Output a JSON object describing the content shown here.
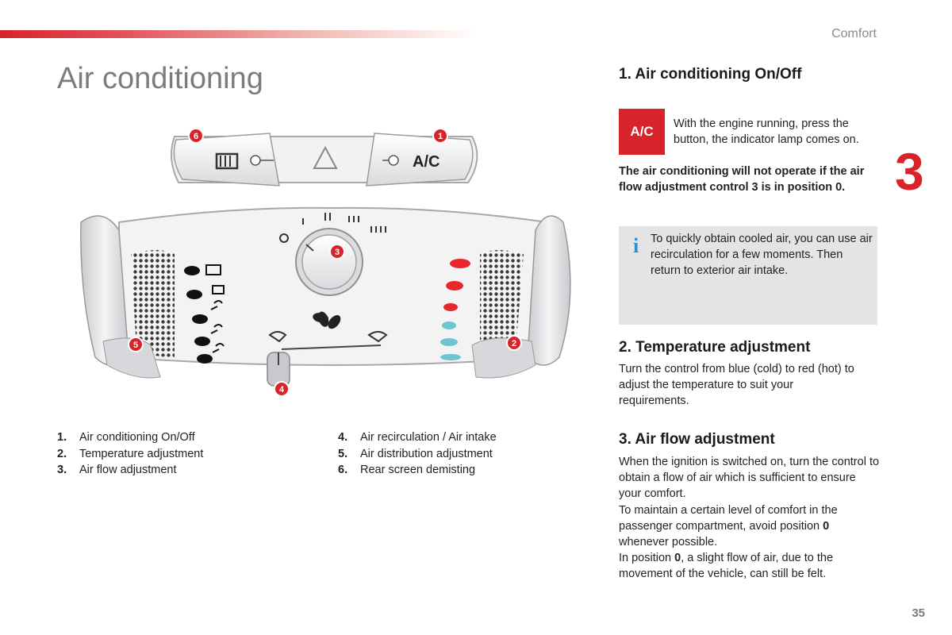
{
  "header": {
    "section": "Comfort",
    "chapter": "3",
    "page_number": "35"
  },
  "page_title": "Air conditioning",
  "diagram": {
    "ac_button_label": "A/C",
    "callouts": [
      "1",
      "2",
      "3",
      "4",
      "5",
      "6"
    ]
  },
  "legend": {
    "left": [
      {
        "num": "1.",
        "text": "Air conditioning On/Off"
      },
      {
        "num": "2.",
        "text": "Temperature adjustment"
      },
      {
        "num": "3.",
        "text": "Air flow adjustment"
      }
    ],
    "right": [
      {
        "num": "4.",
        "text": "Air recirculation / Air intake"
      },
      {
        "num": "5.",
        "text": "Air distribution adjustment"
      },
      {
        "num": "6.",
        "text": "Rear screen demisting"
      }
    ]
  },
  "section1": {
    "heading": "1. Air conditioning On/Off",
    "badge": "A/C",
    "text": "With the engine running, press the button, the indicator lamp comes on.",
    "warning": "The air conditioning will not operate if the air flow adjustment control 3 is in position 0."
  },
  "info": {
    "icon": "i",
    "text": "To quickly obtain cooled air, you can use air recirculation for a few moments. Then return to exterior air intake."
  },
  "section2": {
    "heading": "2. Temperature adjustment",
    "text": "Turn the control from blue (cold) to red (hot) to adjust the temperature to suit your requirements."
  },
  "section3": {
    "heading": "3. Air flow adjustment",
    "p1": "When the ignition is switched on, turn the control to obtain a flow of air which is sufficient to ensure your comfort.",
    "p2a": "To maintain a certain level of comfort in the passenger compartment, avoid position ",
    "p2b": "0",
    "p2c": " whenever possible.",
    "p3a": "In position ",
    "p3b": "0",
    "p3c": ", a slight flow of air, due to the movement of the vehicle, can still be felt."
  },
  "colors": {
    "accent": "#d8232a",
    "info_bg": "#e4e4e5",
    "info_icon": "#2f8fd1",
    "cold": "#6cc5d0",
    "hot": "#e8262c"
  }
}
